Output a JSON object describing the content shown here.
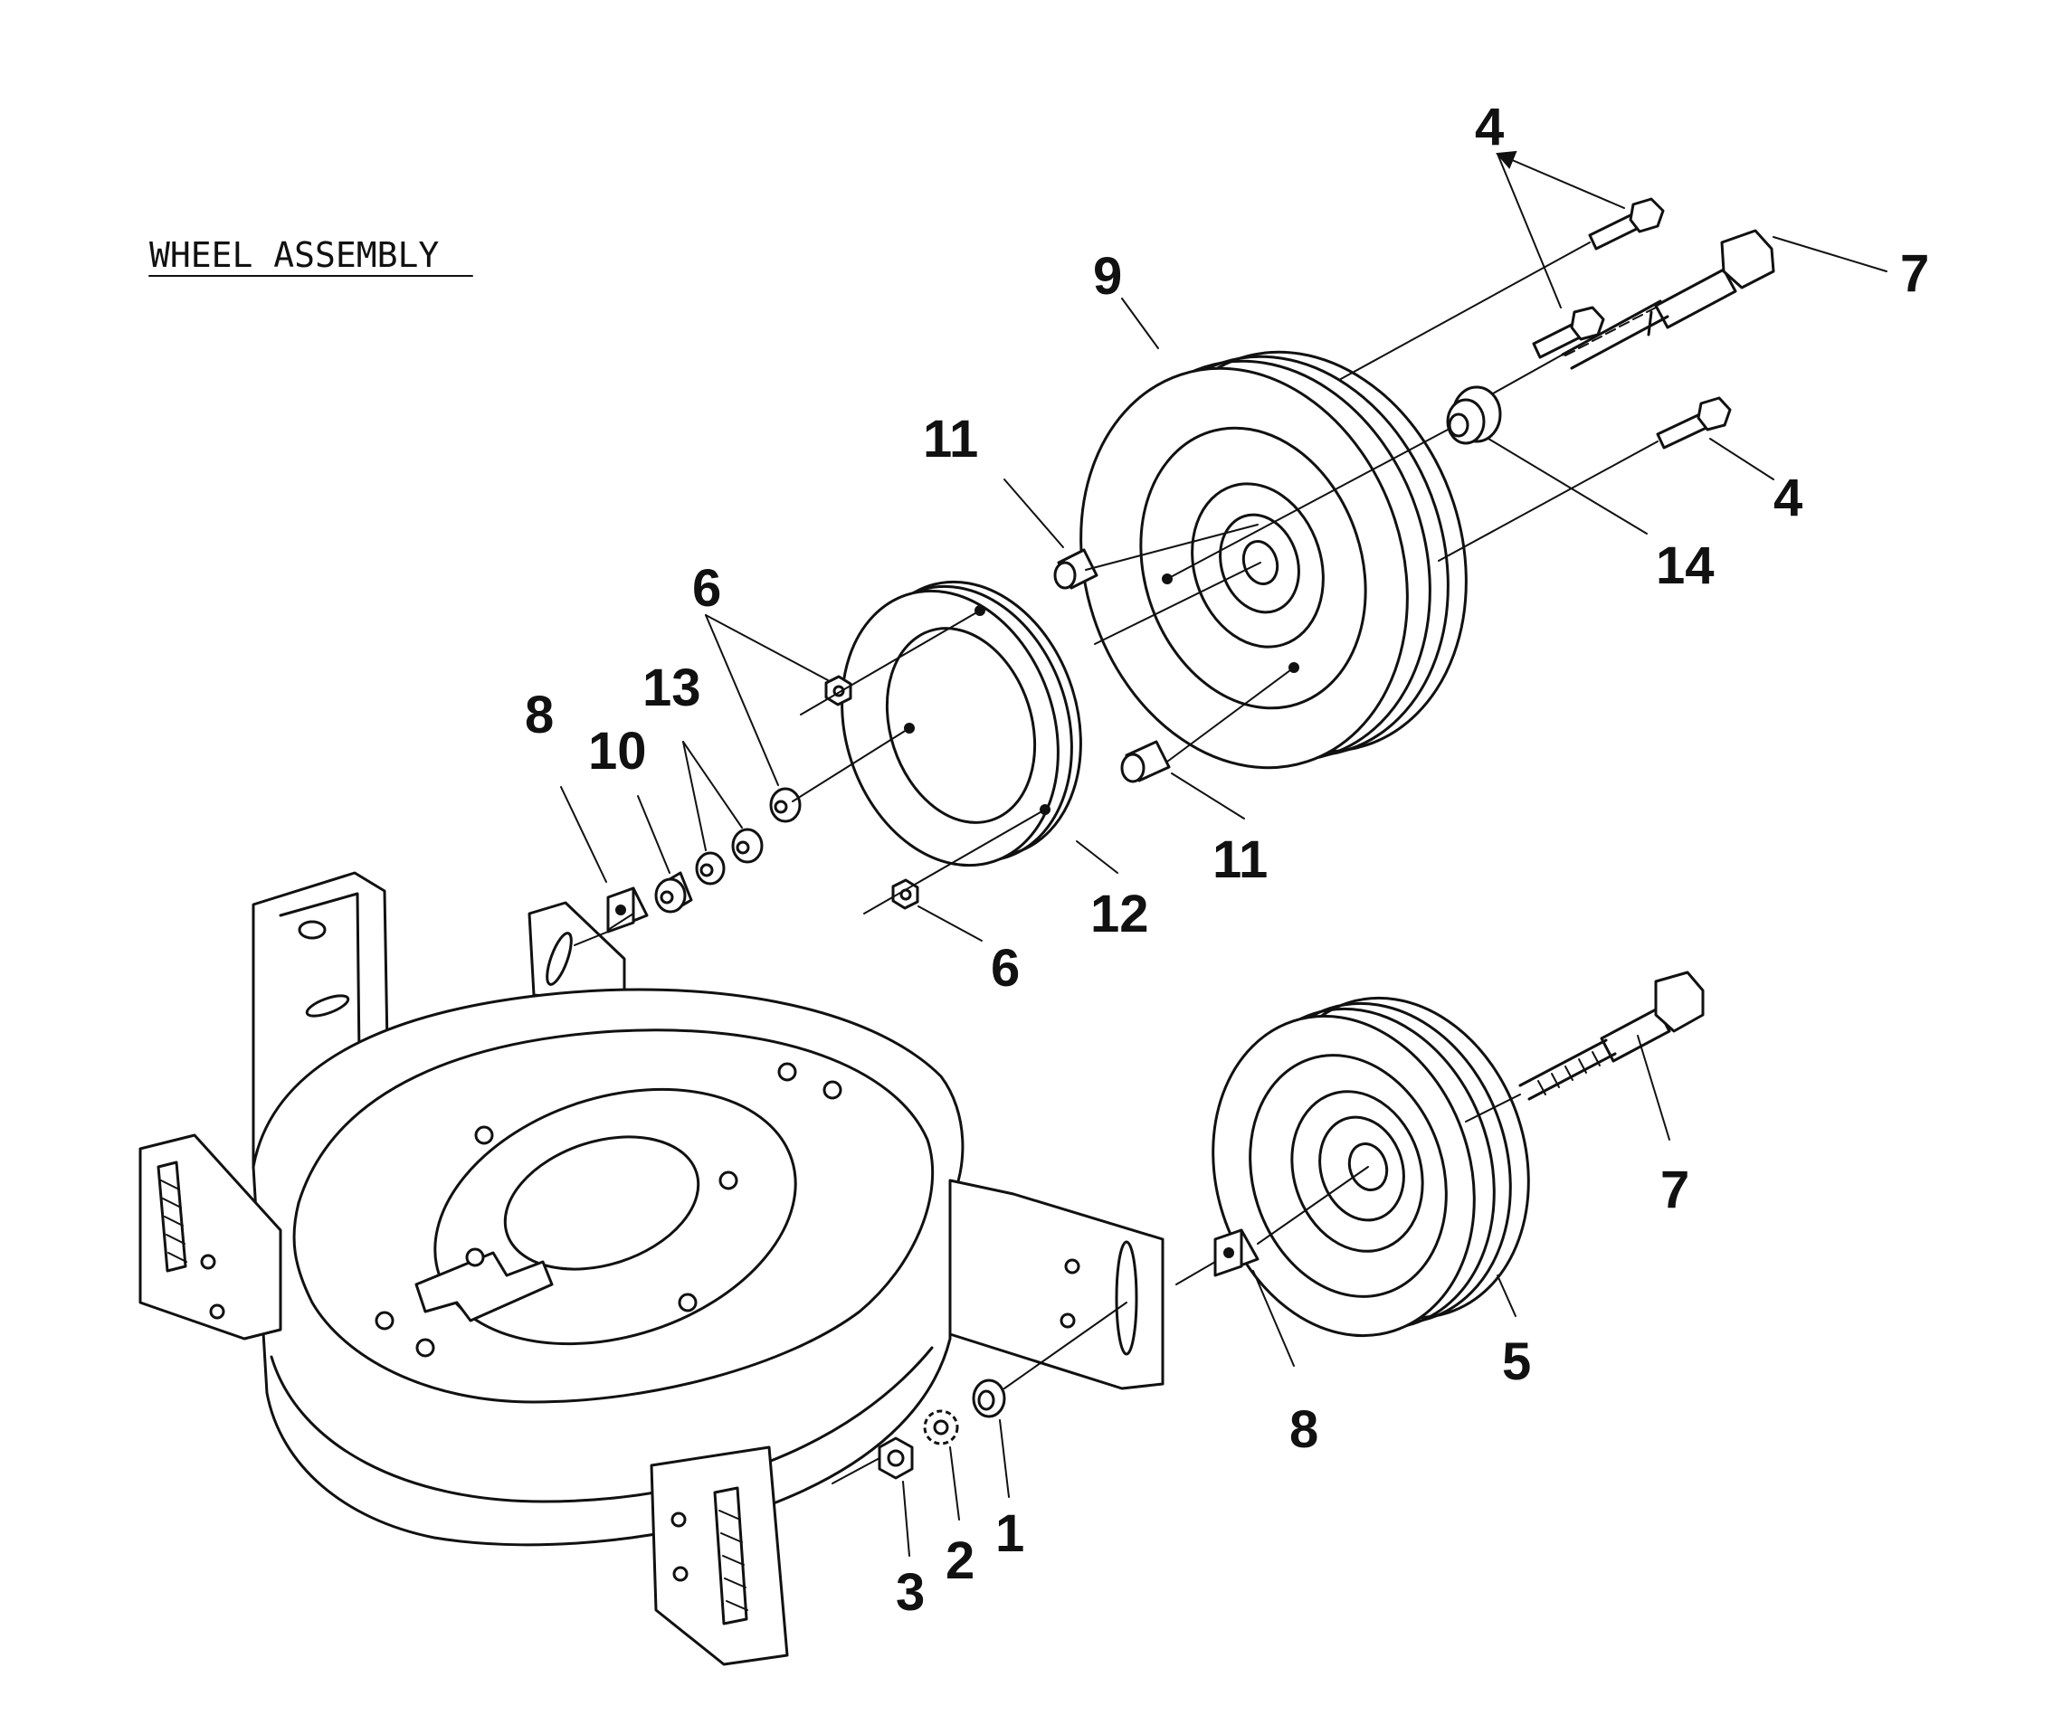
{
  "title": "WHEEL ASSEMBLY",
  "callouts": {
    "c4a": "4",
    "c7a": "7",
    "c9": "9",
    "c11a": "11",
    "c4b": "4",
    "c14": "14",
    "c6a": "6",
    "c13": "13",
    "c8a": "8",
    "c10": "10",
    "c11b": "11",
    "c12": "12",
    "c6b": "6",
    "c7b": "7",
    "c8b": "8",
    "c5": "5",
    "c1": "1",
    "c2": "2",
    "c3": "3"
  }
}
